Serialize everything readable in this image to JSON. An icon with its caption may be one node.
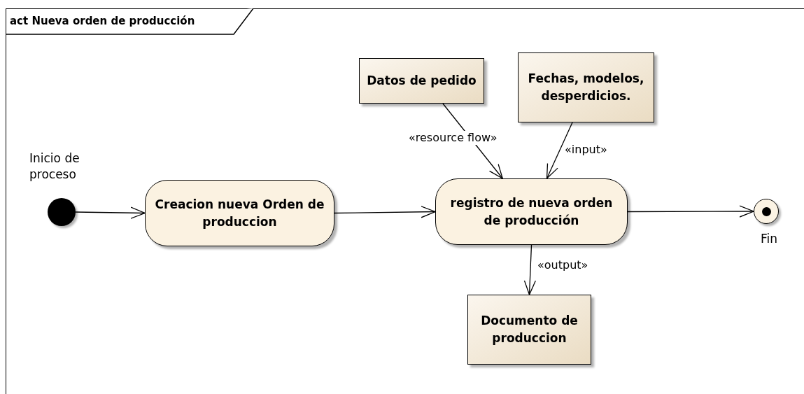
{
  "diagram": {
    "title": "act Nueva orden de producción",
    "nodes": [
      {
        "text": [],
        "shape": "circle",
        "beside": [
          "Inicio de proceso"
        ]
      },
      {
        "text": [
          "Creacion nueva Orden de produccion"
        ]
      },
      {
        "text": [
          "registro de nueva orden de producción"
        ]
      },
      {
        "text": [
          "Datos de pedido"
        ]
      },
      {
        "text": [
          "Fechas, modelos, desperdicios."
        ]
      },
      {
        "text": [
          "Documento de produccion"
        ]
      },
      {
        "text": [],
        "shape": "circle",
        "beside": [
          "Fin"
        ]
      }
    ],
    "edges": [
      {
        "from": 0,
        "to": 1,
        "arrow": "to"
      },
      {
        "from": 1,
        "to": 2,
        "arrow": "to"
      },
      {
        "from": 3,
        "to": 2,
        "arrow": "to",
        "label": "«resource flow»"
      },
      {
        "from": 4,
        "to": 2,
        "arrow": "to",
        "label": "«input»"
      },
      {
        "from": 2,
        "to": 5,
        "arrow": "to",
        "label": "«output»"
      },
      {
        "from": 2,
        "to": 6,
        "arrow": "to"
      }
    ]
  }
}
